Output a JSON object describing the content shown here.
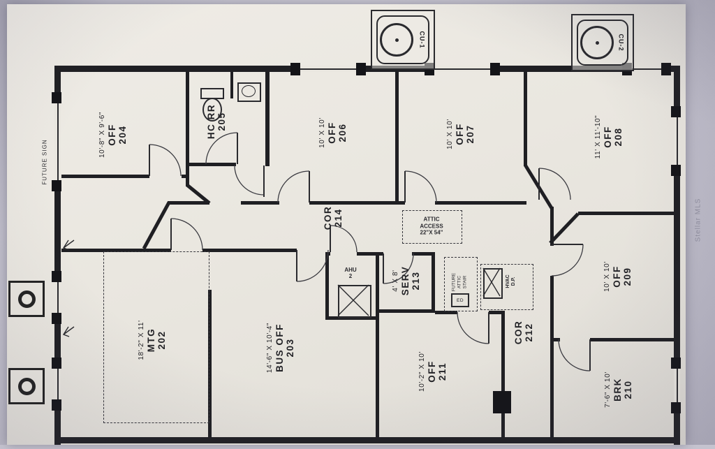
{
  "meta": {
    "kind": "architectural-floor-plan"
  },
  "equipment": {
    "cu1": "CU-1",
    "cu2": "CU-2"
  },
  "rooms": [
    {
      "id": "off-204",
      "name": "OFF",
      "number": "204",
      "dims": "10'-8\" X 9'-6\""
    },
    {
      "id": "hc-rr-205",
      "name": "HC RR",
      "number": "205",
      "dims": ""
    },
    {
      "id": "off-206",
      "name": "OFF",
      "number": "206",
      "dims": "10' X 10'"
    },
    {
      "id": "off-207",
      "name": "OFF",
      "number": "207",
      "dims": "10' X 10'"
    },
    {
      "id": "off-208",
      "name": "OFF",
      "number": "208",
      "dims": "11' X 11'-10\""
    },
    {
      "id": "off-209",
      "name": "OFF",
      "number": "209",
      "dims": "10' X 10'"
    },
    {
      "id": "brk-210",
      "name": "BRK",
      "number": "210",
      "dims": "7'-6\" X 10'"
    },
    {
      "id": "off-211",
      "name": "OFF",
      "number": "211",
      "dims": "10'-2\" X 10'"
    },
    {
      "id": "cor-212",
      "name": "COR",
      "number": "212",
      "dims": ""
    },
    {
      "id": "serv-213",
      "name": "SERV",
      "number": "213",
      "dims": "4' X 8'"
    },
    {
      "id": "cor-214",
      "name": "COR",
      "number": "214",
      "dims": ""
    },
    {
      "id": "mtg-202",
      "name": "MTG",
      "number": "202",
      "dims": "18'-2\" X 11'"
    },
    {
      "id": "bus-off-203",
      "name": "BUS OFF",
      "number": "203",
      "dims": "14'-6\" X 10'-4\""
    }
  ],
  "notes": {
    "future_sign": "FUTURE SIGN",
    "attic_access": "ATTIC\nACCESS\n22\"X 54\"",
    "ahu": "AHU\n2",
    "hvac_dp": "HVAC\nD.P.",
    "future_attic_stair": "FUTURE\nATTIC\nSTAIR",
    "ed": "ED"
  },
  "watermark": "Stellar MLS",
  "colors": {
    "paper": "#eae7e0",
    "ink": "#222226",
    "wall": "#1f1f23",
    "mat": "#c5c3cf"
  }
}
